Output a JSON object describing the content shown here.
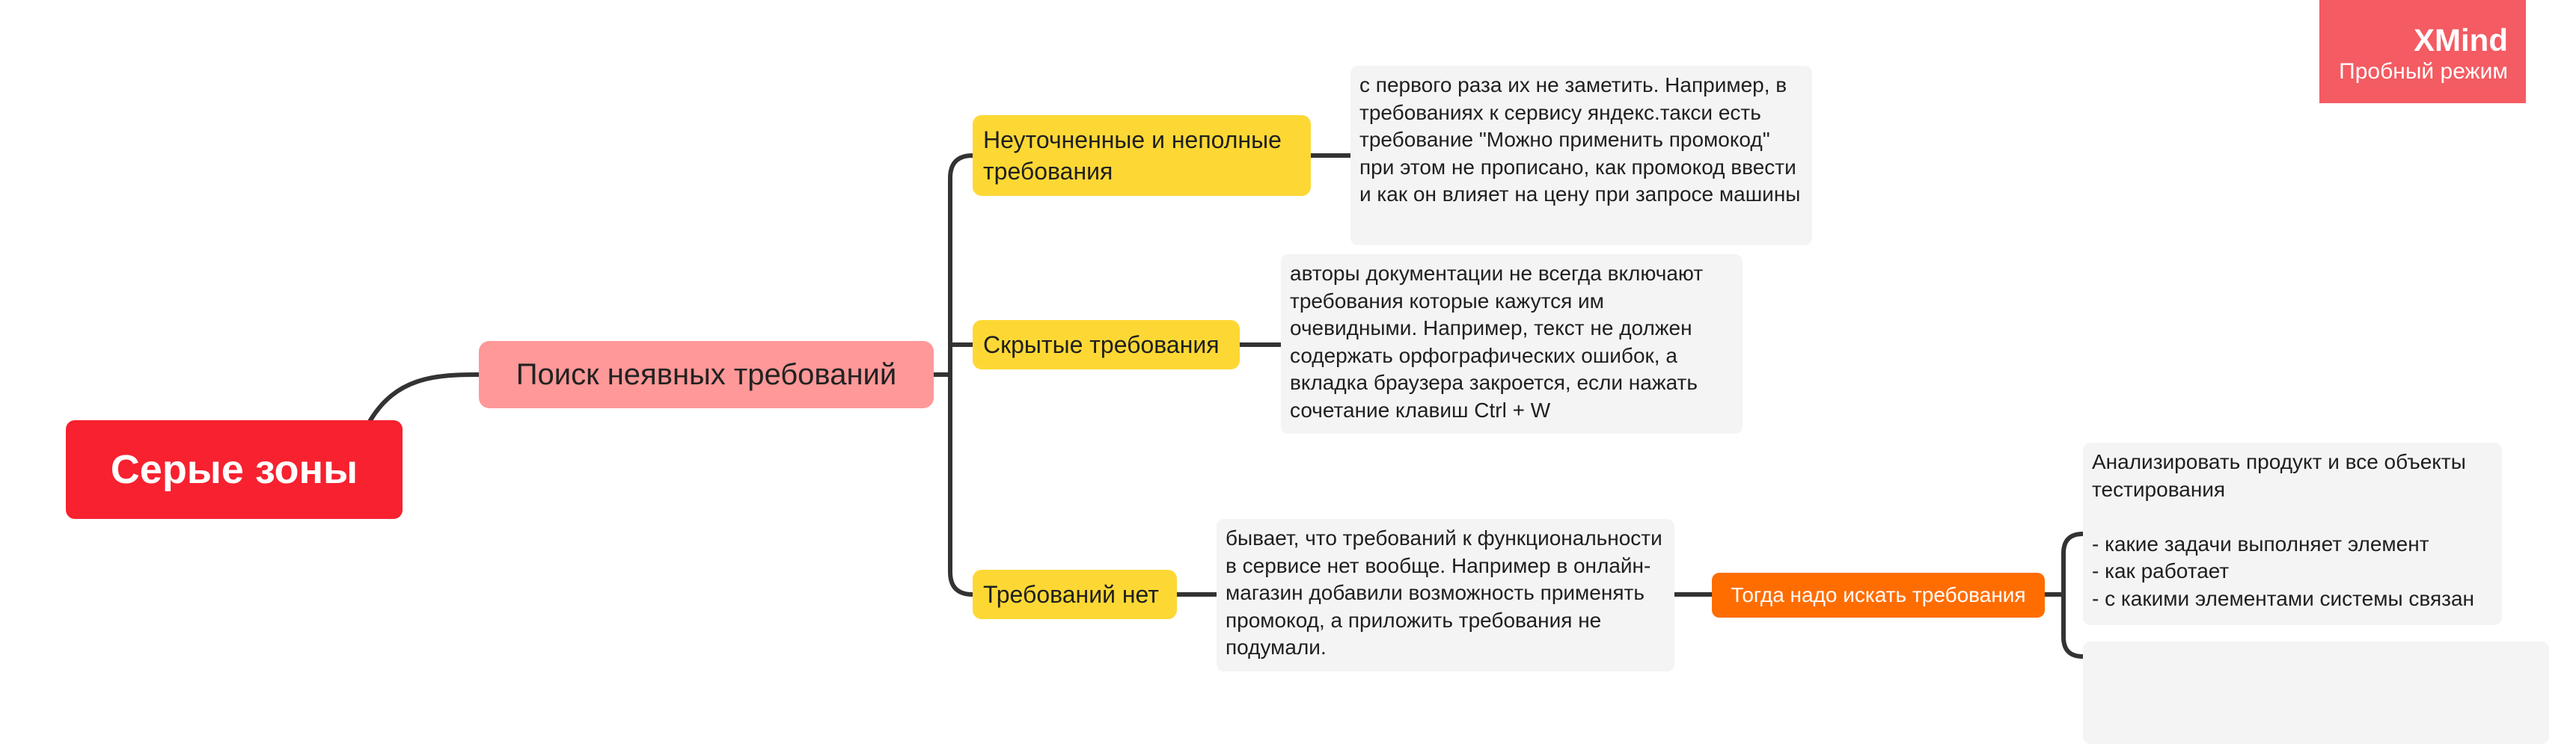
{
  "root": {
    "label": "Серые зоны",
    "color": "#f7212f"
  },
  "main_topic": {
    "label": "Поиск неявных требований",
    "color": "#ff9898"
  },
  "subtopics": [
    {
      "label": "Неуточненные и неполные требования",
      "note": "с первого раза их не заметить. Например, в требованиях к сервису яндекс.такси есть требование \"Можно применить промокод\" при этом не прописано, как промокод ввести и как он влияет на цену при запросе машины"
    },
    {
      "label": "Скрытые требования",
      "note": "авторы документации не всегда включают требования которые кажутся им очевидными. Например, текст не должен содержать орфографических ошибок, а вкладка браузера закроется, если нажать сочетание клавиш Ctrl + W"
    },
    {
      "label": "Требований нет",
      "note": "бывает, что требований к функциональности в сервисе нет вообще. Например в онлайн-магазин добавили возможность применять промокод, а приложить требования не подумали.",
      "next": {
        "label": "Тогда надо искать требования",
        "color": "#ff6d00",
        "children": [
          "Анализировать продукт и все объекты тестирования\n\n- какие задачи выполняет элемент\n- как работает\n- с какими элементами системы связан",
          ""
        ]
      }
    }
  ],
  "colors": {
    "subtopic": "#fdd835",
    "note_bg": "#f4f4f4",
    "connector": "#333333"
  },
  "watermark": {
    "brand": "XMind",
    "mode": "Пробный режим",
    "color": "#f45b62"
  }
}
